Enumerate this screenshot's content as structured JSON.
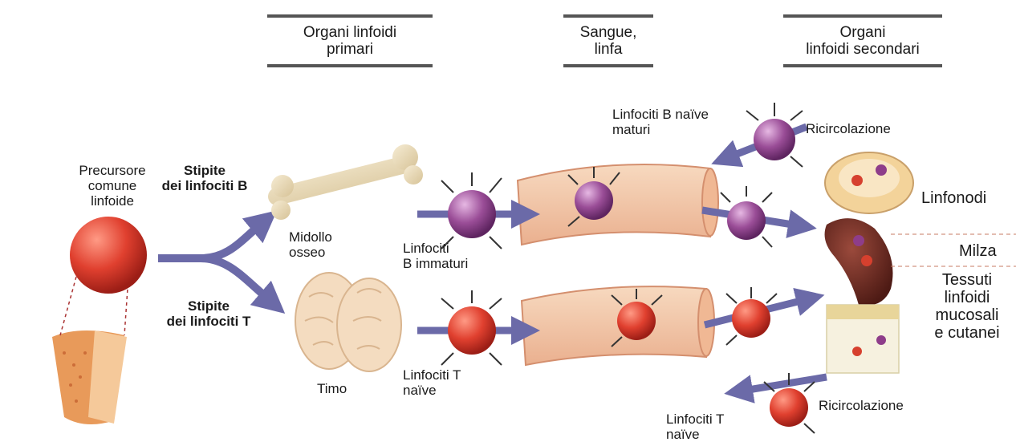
{
  "headers": {
    "primary": "Organi linfoidi\nprimari",
    "blood": "Sangue,\nlinfa",
    "secondary": "Organi\nlinfoidi secondari"
  },
  "labels": {
    "precursor": "Precursore\ncomune\nlinfoide",
    "b_lineage": "Stipite\ndei linfociti B",
    "t_lineage": "Stipite\ndei linfociti T",
    "bone_marrow": "Midollo\nosseo",
    "thymus": "Timo",
    "immature_b": "Linfociti\nB immaturi",
    "naive_t_left": "Linfociti T\nnaïve",
    "mature_naive_b": "Linfociti B naïve\nmaturi",
    "recirculation_top": "Ricircolazione",
    "recirculation_bottom": "Ricircolazione",
    "naive_t_bottom": "Linfociti T\nnaïve",
    "lymph_nodes": "Linfonodi",
    "spleen": "Milza",
    "mucosal": "Tessuti\nlinfoidi\nmucosali\ne cutanei"
  },
  "colors": {
    "b_cell": "#8e3d8a",
    "t_cell": "#c9302a",
    "arrow": "#6b6aa8",
    "vessel": "#f2c9a8",
    "bone": "#eadcb8",
    "thymus": "#f4dcc0",
    "spleen": "#6a2a22"
  }
}
